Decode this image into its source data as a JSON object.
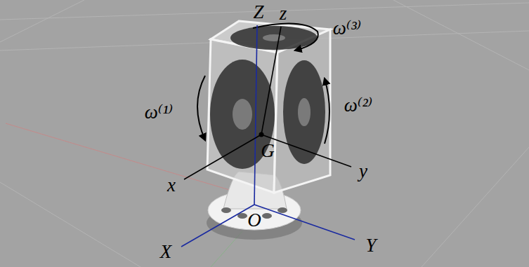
{
  "diagram": {
    "labels": [
      "Z",
      "z",
      "ω⁽³⁾",
      "ω⁽¹⁾",
      "ω⁽²⁾",
      "G",
      "x",
      "y",
      "O",
      "X",
      "Y"
    ]
  }
}
